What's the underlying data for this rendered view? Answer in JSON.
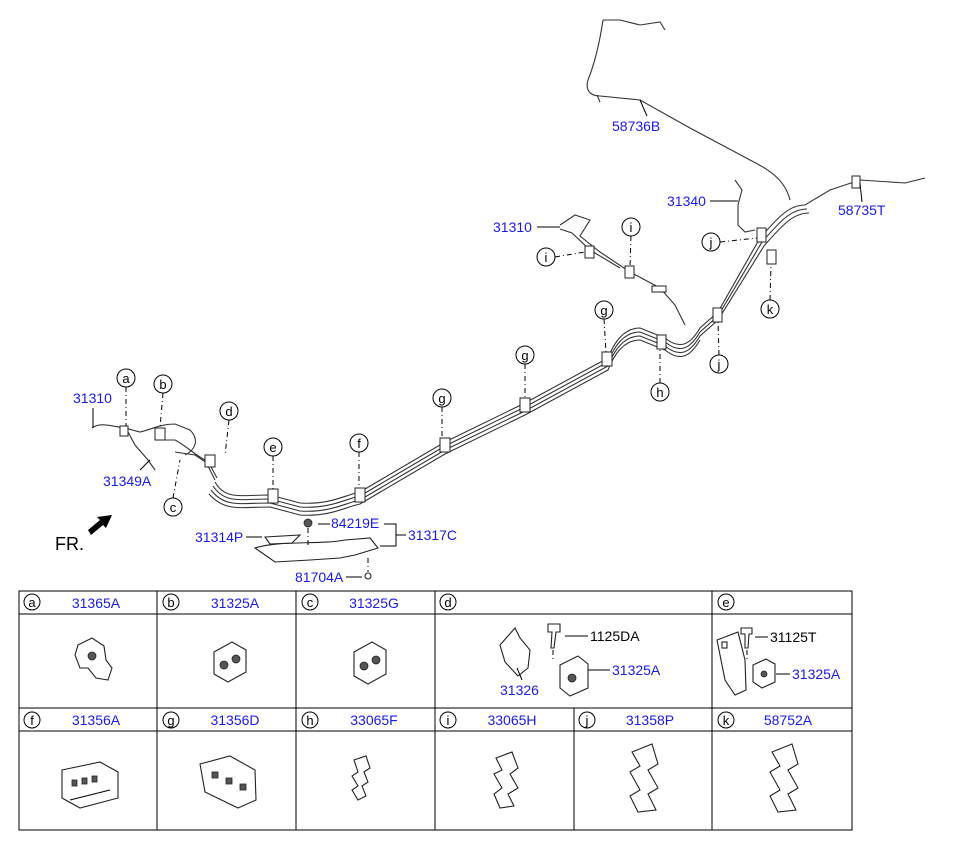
{
  "diagram": {
    "front_label": "FR.",
    "callouts": {
      "p58736B": "58736B",
      "p58735T": "58735T",
      "p31340": "31340",
      "p31310_top": "31310",
      "p31310_left": "31310",
      "p31349A": "31349A",
      "p84219E": "84219E",
      "p31317C": "31317C",
      "p31314P": "31314P",
      "p81704A": "81704A"
    },
    "letters": {
      "a": "a",
      "b": "b",
      "c": "c",
      "d": "d",
      "e": "e",
      "f": "f",
      "g1": "g",
      "g2": "g",
      "g3": "g",
      "h": "h",
      "i1": "i",
      "i2": "i",
      "j1": "j",
      "j2": "j",
      "k": "k"
    }
  },
  "parts_table": {
    "row1": [
      {
        "letter": "a",
        "part": "31365A"
      },
      {
        "letter": "b",
        "part": "31325A"
      },
      {
        "letter": "c",
        "part": "31325G"
      },
      {
        "letter": "d",
        "part": ""
      },
      {
        "letter": "e",
        "part": ""
      }
    ],
    "row2": [
      {
        "letter": "f",
        "part": "31356A"
      },
      {
        "letter": "g",
        "part": "31356D"
      },
      {
        "letter": "h",
        "part": "33065F"
      },
      {
        "letter": "i",
        "part": "33065H"
      },
      {
        "letter": "j",
        "part": "31358P"
      },
      {
        "letter": "k",
        "part": "58752A"
      }
    ],
    "d_detail": {
      "p1": "1125DA",
      "p2": "31325A",
      "p3": "31326"
    },
    "e_detail": {
      "p1": "31125T",
      "p2": "31325A"
    }
  }
}
